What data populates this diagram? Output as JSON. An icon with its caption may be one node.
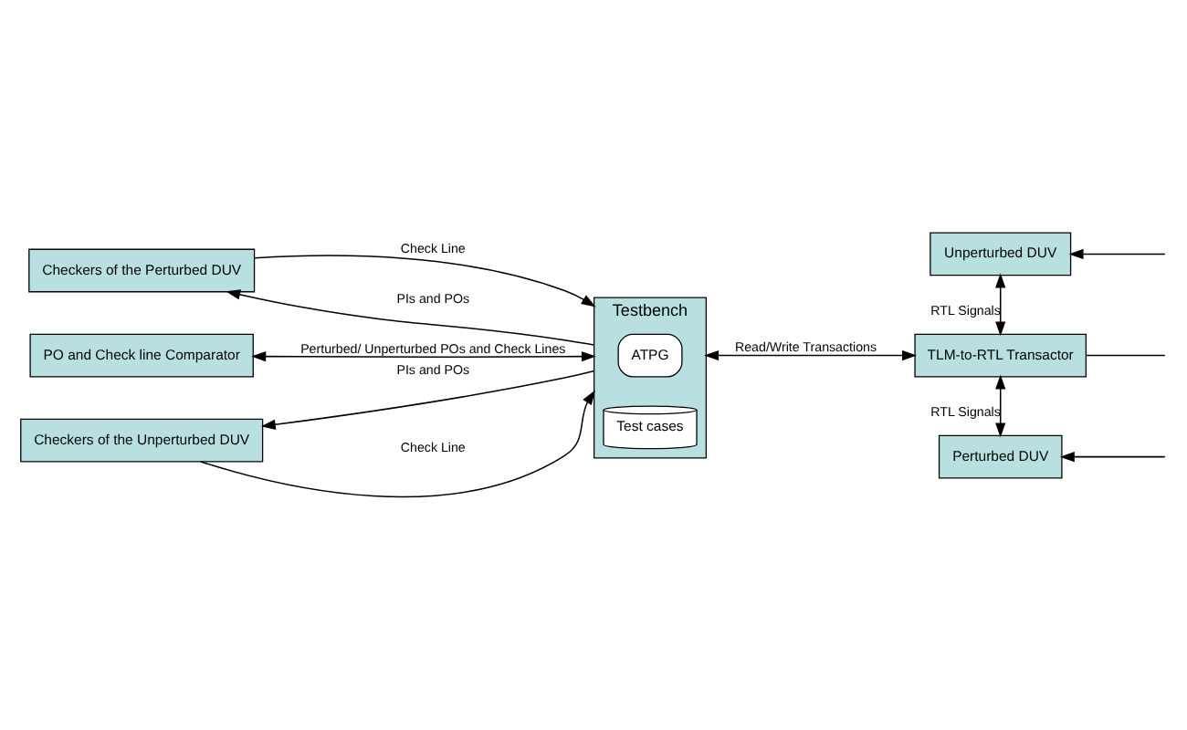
{
  "diagram": {
    "nodes": [
      {
        "text": [
          "Checkers of the Perturbed DUV"
        ]
      },
      {
        "text": [
          "Testbench"
        ]
      },
      {
        "text": [
          "ATPG"
        ],
        "in": 1
      },
      {
        "text": [
          "Test cases"
        ],
        "in": 1
      },
      {
        "text": [
          "PO and Check line Comparator"
        ]
      },
      {
        "text": [
          "Checkers of the Unperturbed DUV"
        ]
      },
      {
        "text": [
          "Unperturbed DUV"
        ]
      },
      {
        "text": [
          "TLM-to-RTL Transactor"
        ]
      },
      {
        "text": [
          "Perturbed DUV"
        ]
      }
    ],
    "edges": [
      {
        "from": 1,
        "to": 0,
        "arrow": "to",
        "label": "PIs and POs"
      },
      {
        "from": 0,
        "to": 1,
        "arrow": "to",
        "label": "Check Line"
      },
      {
        "from": 4,
        "to": 1,
        "arrow": "both",
        "label": "Perturbed/ Unperturbed POs and Check Lines"
      },
      {
        "from": 5,
        "to": 1,
        "arrow": "to",
        "label": "Check Line"
      },
      {
        "from": 1,
        "to": 5,
        "arrow": "to",
        "label": "PIs and POs"
      },
      {
        "from": 1,
        "to": 7,
        "arrow": "both",
        "label": "Read/Write Transactions"
      },
      {
        "from": 6,
        "to": 7,
        "arrow": "both",
        "label": "RTL Signals"
      },
      {
        "from": 7,
        "to": 8,
        "arrow": "both",
        "label": "RTL Signals"
      },
      {
        "from": null,
        "to": 6,
        "arrow": "to"
      },
      {
        "from": 7,
        "to": null,
        "arrow": "none"
      },
      {
        "from": null,
        "to": 8,
        "arrow": "to"
      }
    ]
  }
}
